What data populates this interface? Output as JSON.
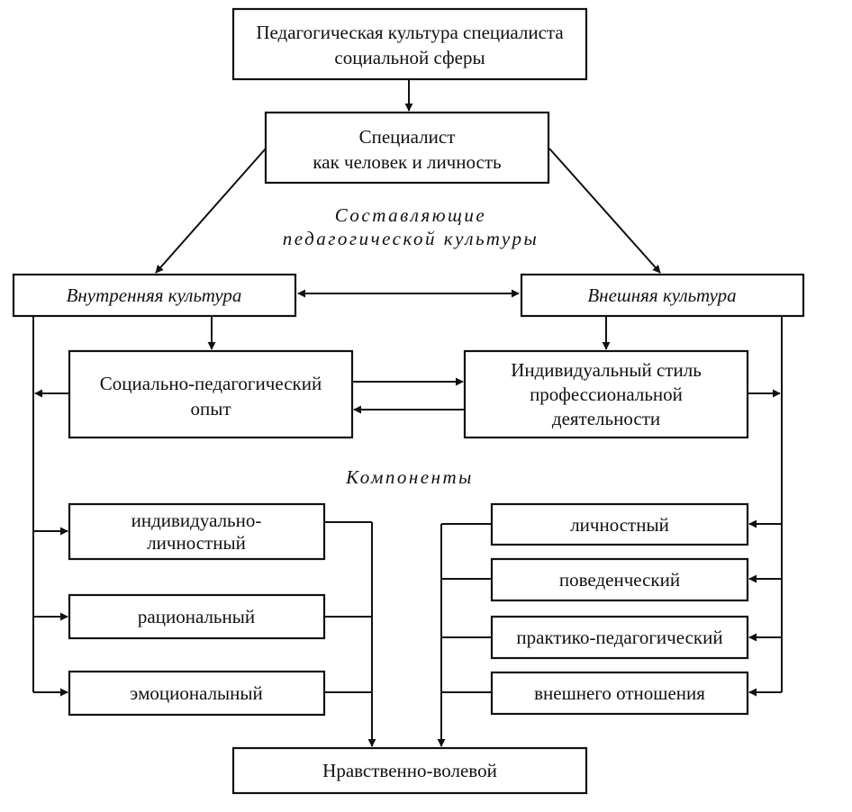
{
  "top": {
    "line1": "Педагогическая культура специалиста",
    "line2": "социальной сферы"
  },
  "specialist": {
    "line1": "Специалист",
    "line2": "как человек и личность"
  },
  "section_components_of_culture": {
    "line1": "Составляющие",
    "line2": "педагогической культуры"
  },
  "internal_culture": "Внутренняя культура",
  "external_culture": "Внешняя культура",
  "social_experience": {
    "line1": "Социально-педагогический",
    "line2": "опыт"
  },
  "individual_style": {
    "line1": "Индивидуальный стиль",
    "line2": "профессиональной",
    "line3": "деятельности"
  },
  "section_components": "Компоненты",
  "left_components": [
    {
      "line1": "индивидуально-",
      "line2": "личностный"
    },
    {
      "line1": "рациональный"
    },
    {
      "line1": "эмоционалыный"
    }
  ],
  "right_components": [
    "личностный",
    "поведенческий",
    "практико-педагогический",
    "внешнего отношения"
  ],
  "bottom": "Нравственно-волевой"
}
